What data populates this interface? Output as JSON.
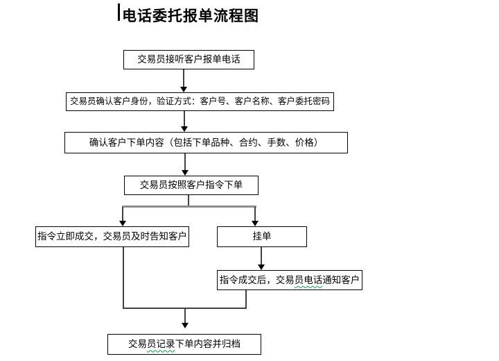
{
  "title": {
    "text": "电话委托报单流程图"
  },
  "flowchart": {
    "nodes": [
      {
        "id": "answer-call",
        "label": "交易员接听客户报单电话"
      },
      {
        "id": "verify-identity",
        "label": "交易员确认客户身份，验证方式：客户号、客户名称、客户委托密码"
      },
      {
        "id": "confirm-content",
        "label": "确认客户下单内容（包括下单品种、合约、手数、价格）"
      },
      {
        "id": "place-order",
        "label": "交易员按照客户指令下单"
      },
      {
        "id": "immediate-fill",
        "label": "指令立即成交，交易员及时告知客户"
      },
      {
        "id": "pending-order",
        "label": "挂单"
      },
      {
        "id": "notify-after-fill",
        "parts": {
          "pre": "指令成交后，交易",
          "wavy": "员电话",
          "post": "通知客户"
        }
      },
      {
        "id": "record-archive",
        "parts": {
          "pre": "交易",
          "wavy": "员记录",
          "post": "下单内容并归档"
        }
      }
    ]
  },
  "colors": {
    "box_border": "#000000",
    "connector": "#404040",
    "branch_connector": "#8c8c8c",
    "grammar_underline": "#00a050",
    "background": "#ffffff",
    "text": "#000000"
  }
}
